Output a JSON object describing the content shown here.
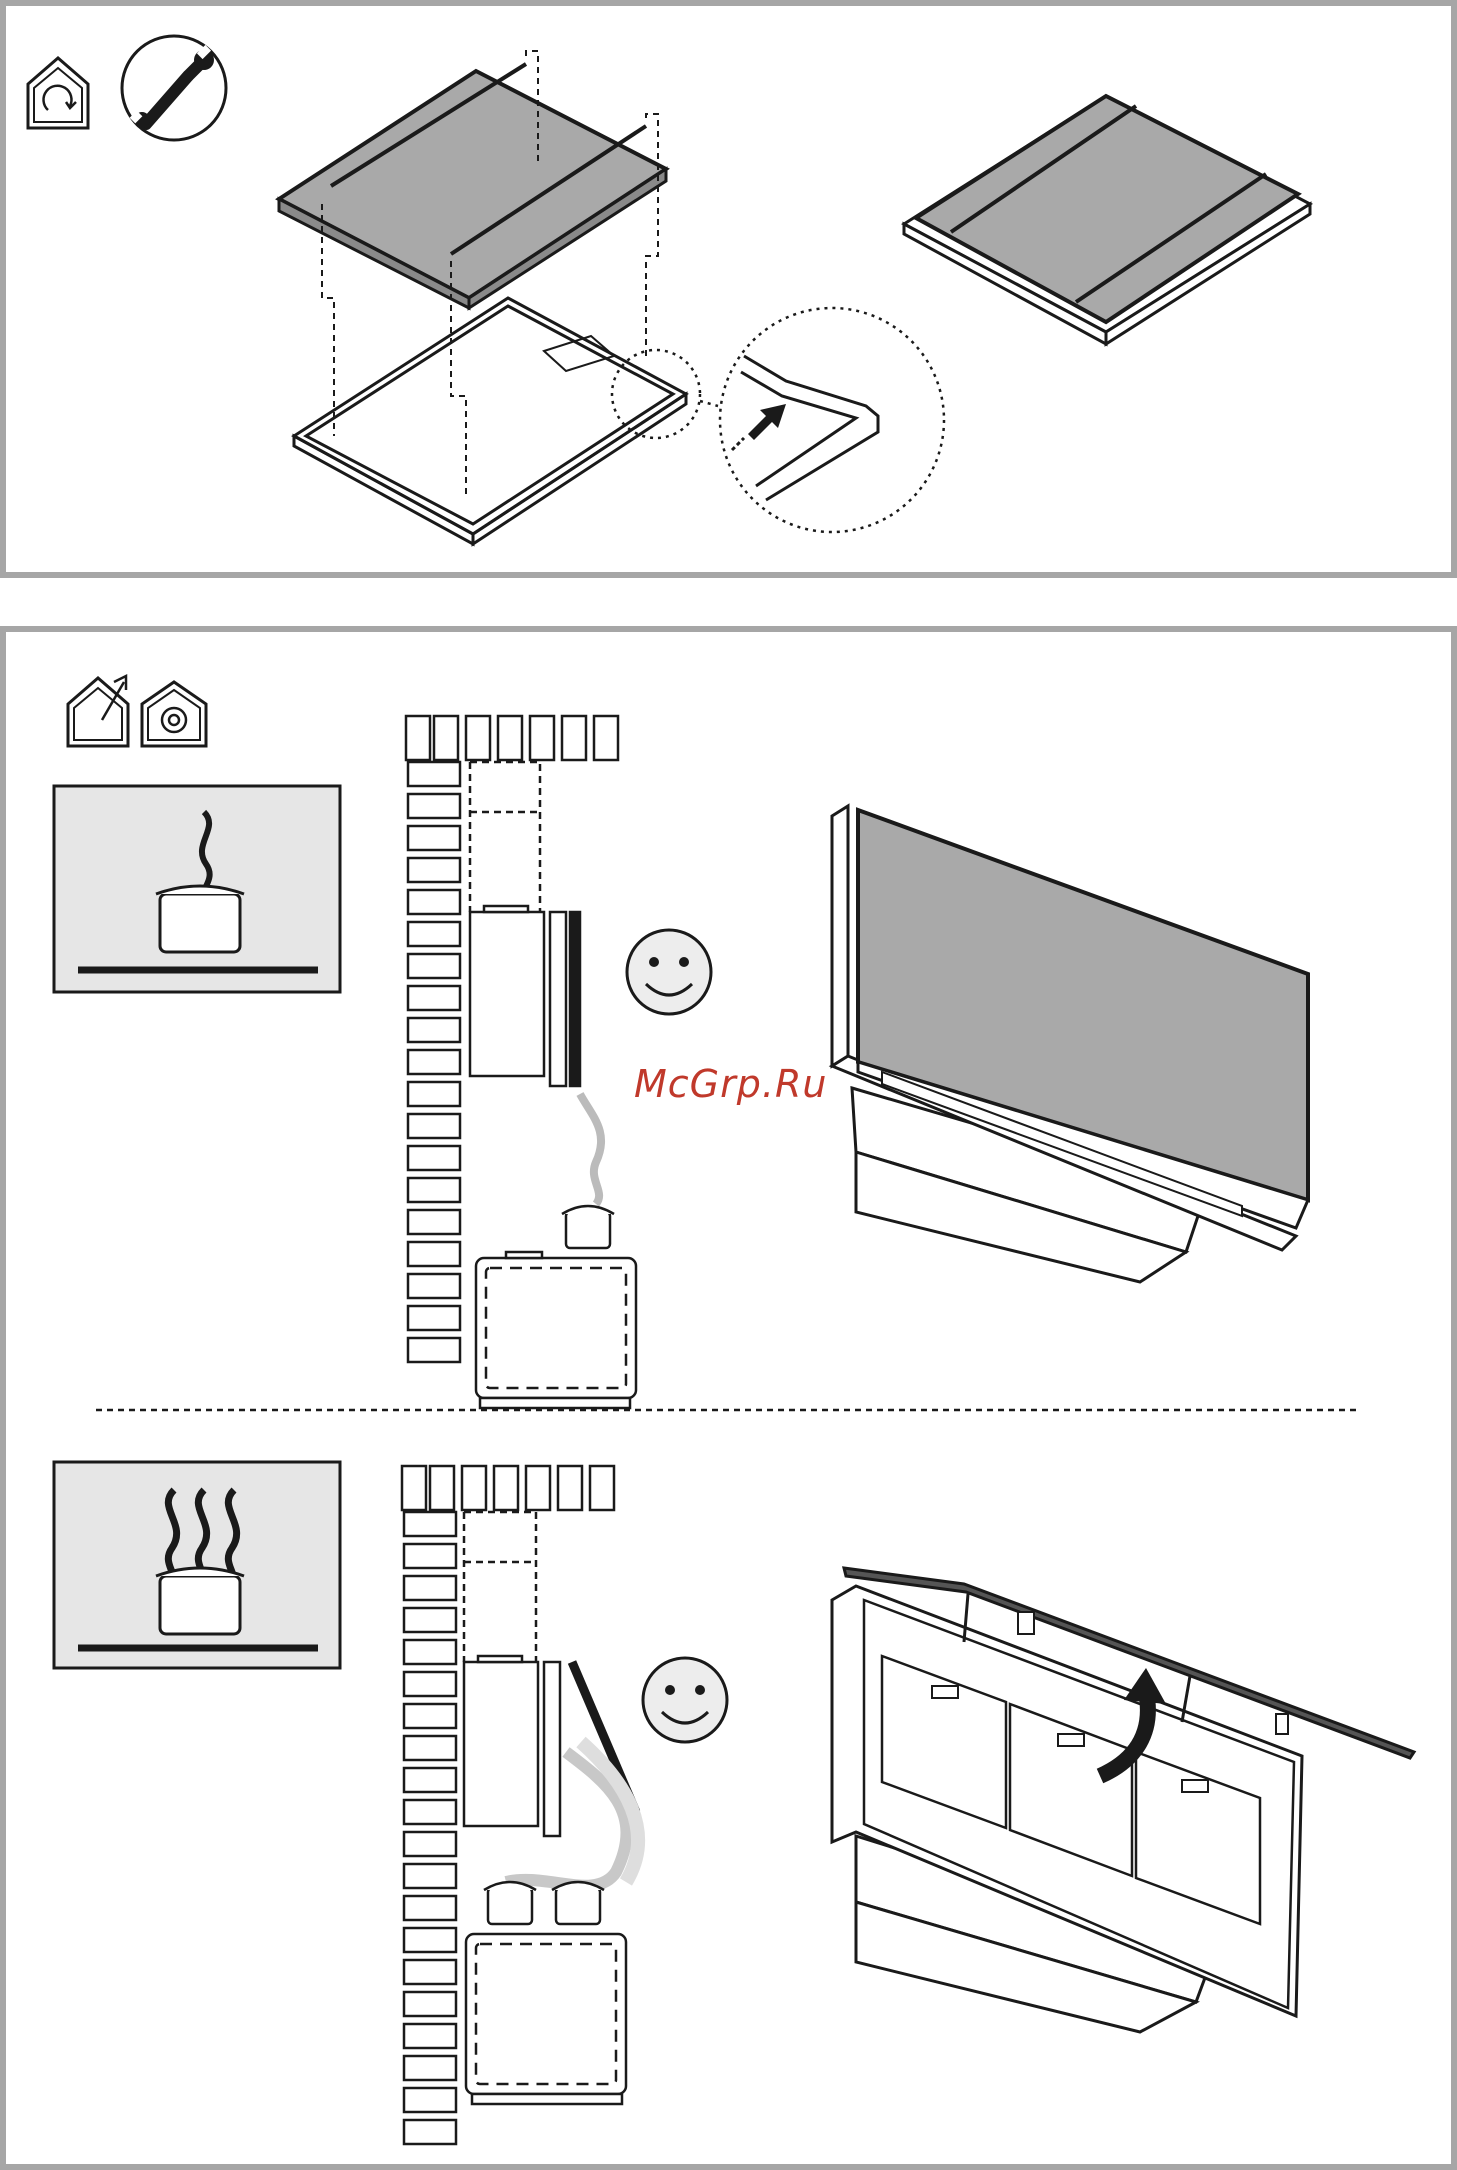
{
  "watermark": {
    "text": "McGrp.Ru"
  },
  "colors": {
    "line": "#1a1a1a",
    "panel_border": "#a6a6a6",
    "filter_fill": "#a9a9a9",
    "icon_bg": "#e6e6e6",
    "watermark": "#c0392b"
  },
  "panels": {
    "top": {
      "icons": [
        "recirculation-house-icon",
        "wrench-icon"
      ],
      "steps": [
        "filter-exploded-view",
        "frame-corner-detail",
        "assembled-filter"
      ]
    },
    "bottom": {
      "icons": [
        "extraction-house-icon",
        "recirculation-house-icon"
      ],
      "rows": [
        {
          "cooking_icon": "light-steam-pot-icon",
          "state": "panel-closed",
          "face_icon": "smiley-face-icon"
        },
        {
          "cooking_icon": "heavy-steam-pot-icon",
          "state": "panel-open",
          "face_icon": "smiley-face-icon"
        }
      ]
    }
  }
}
